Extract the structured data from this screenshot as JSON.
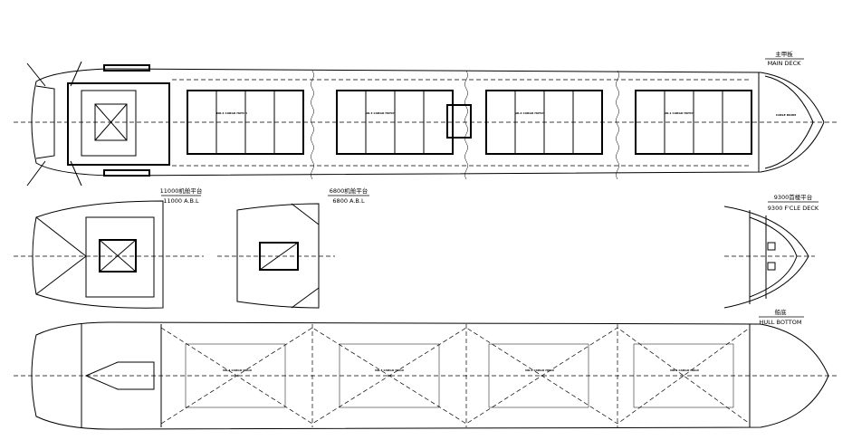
{
  "views": {
    "main_deck": {
      "title_cn": "主甲板",
      "title_en": "MAIN DECK"
    },
    "engine_platform_11000": {
      "title_cn": "11000机舱平台",
      "title_en": "11000 A.B.L"
    },
    "engine_platform_6800": {
      "title_cn": "6800机舱平台",
      "title_en": "6800 A.B.L"
    },
    "fcle_deck": {
      "title_cn": "9300首楼平台",
      "title_en": "9300 F'CLE DECK"
    },
    "hull_bottom": {
      "title_cn": "船底",
      "title_en": "HULL BOTTOM"
    }
  },
  "hatches": [
    {
      "label": "NO.4 CARGO HATCH"
    },
    {
      "label": "NO.3 CARGO HATCH"
    },
    {
      "label": "NO.2 CARGO HATCH"
    },
    {
      "label": "NO.1 CARGO HATCH"
    }
  ],
  "holds": [
    {
      "label": "NO.4 CARGO HOLD"
    },
    {
      "label": "NO.3 CARGO HOLD"
    },
    {
      "label": "NO.2 CARGO HOLD"
    },
    {
      "label": "NO.1 CARGO HOLD"
    }
  ],
  "fore_rooms": {
    "cable_room": "CABLE ROOM"
  }
}
